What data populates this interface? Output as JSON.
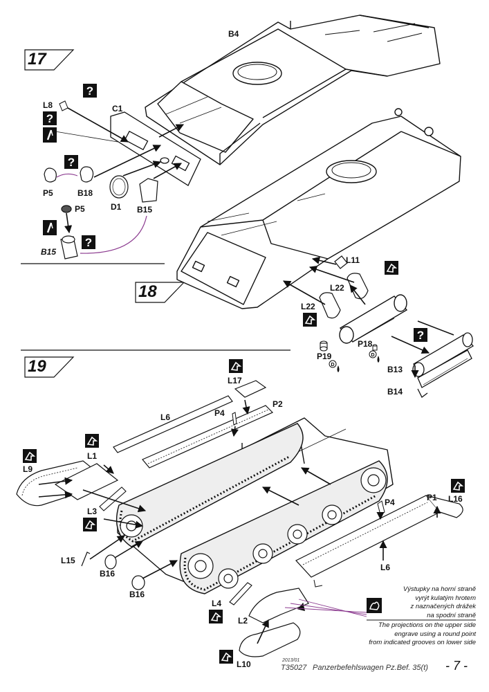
{
  "steps": {
    "s17": "17",
    "s18": "18",
    "s19": "19"
  },
  "parts": {
    "b4": "B4",
    "c1": "C1",
    "l8": "L8",
    "p5a": "P5",
    "b18": "B18",
    "p5b": "P5",
    "d1": "D1",
    "b15a": "B15",
    "b15b": "B15",
    "l11": "L11",
    "l22a": "L22",
    "l22b": "L22",
    "p18": "P18",
    "p19": "P19",
    "b13": "B13",
    "b14": "B14",
    "l17": "L17",
    "p2": "P2",
    "l6a": "L6",
    "p4a": "P4",
    "l1": "L1",
    "l9": "L9",
    "l3": "L3",
    "p1": "P1",
    "l16": "L16",
    "p4b": "P4",
    "l15": "L15",
    "b16a": "B16",
    "b16b": "B16",
    "l6b": "L6",
    "l4": "L4",
    "l2": "L2",
    "l10": "L10"
  },
  "note": {
    "cz1": "Výstupky na horní straně",
    "cz2": "vyrýt kulatým hrotem",
    "cz3": "z naznačených drážek",
    "cz4": "na spodní straně",
    "en1": "The projections on the upper side",
    "en2": "engrave using a round point",
    "en3": "from indicated grooves on lower side"
  },
  "footer": {
    "date": "2013/01",
    "code": "T35027",
    "title": "Panzerbefehlswagen Pz.Bef. 35(t)",
    "page": "- 7 -"
  },
  "paint_marks": {
    "d1": "D",
    "d2": "D"
  },
  "icons": {
    "option": "question-mark-icon",
    "bend": "bend-part-icon",
    "photo_etch": "photo-etch-icon",
    "engrave": "hand-engrave-icon",
    "paint": "paint-drop-icon"
  },
  "colors": {
    "ink": "#111111",
    "guide": "#8b3a8f",
    "shade": "#dcdcdc"
  }
}
